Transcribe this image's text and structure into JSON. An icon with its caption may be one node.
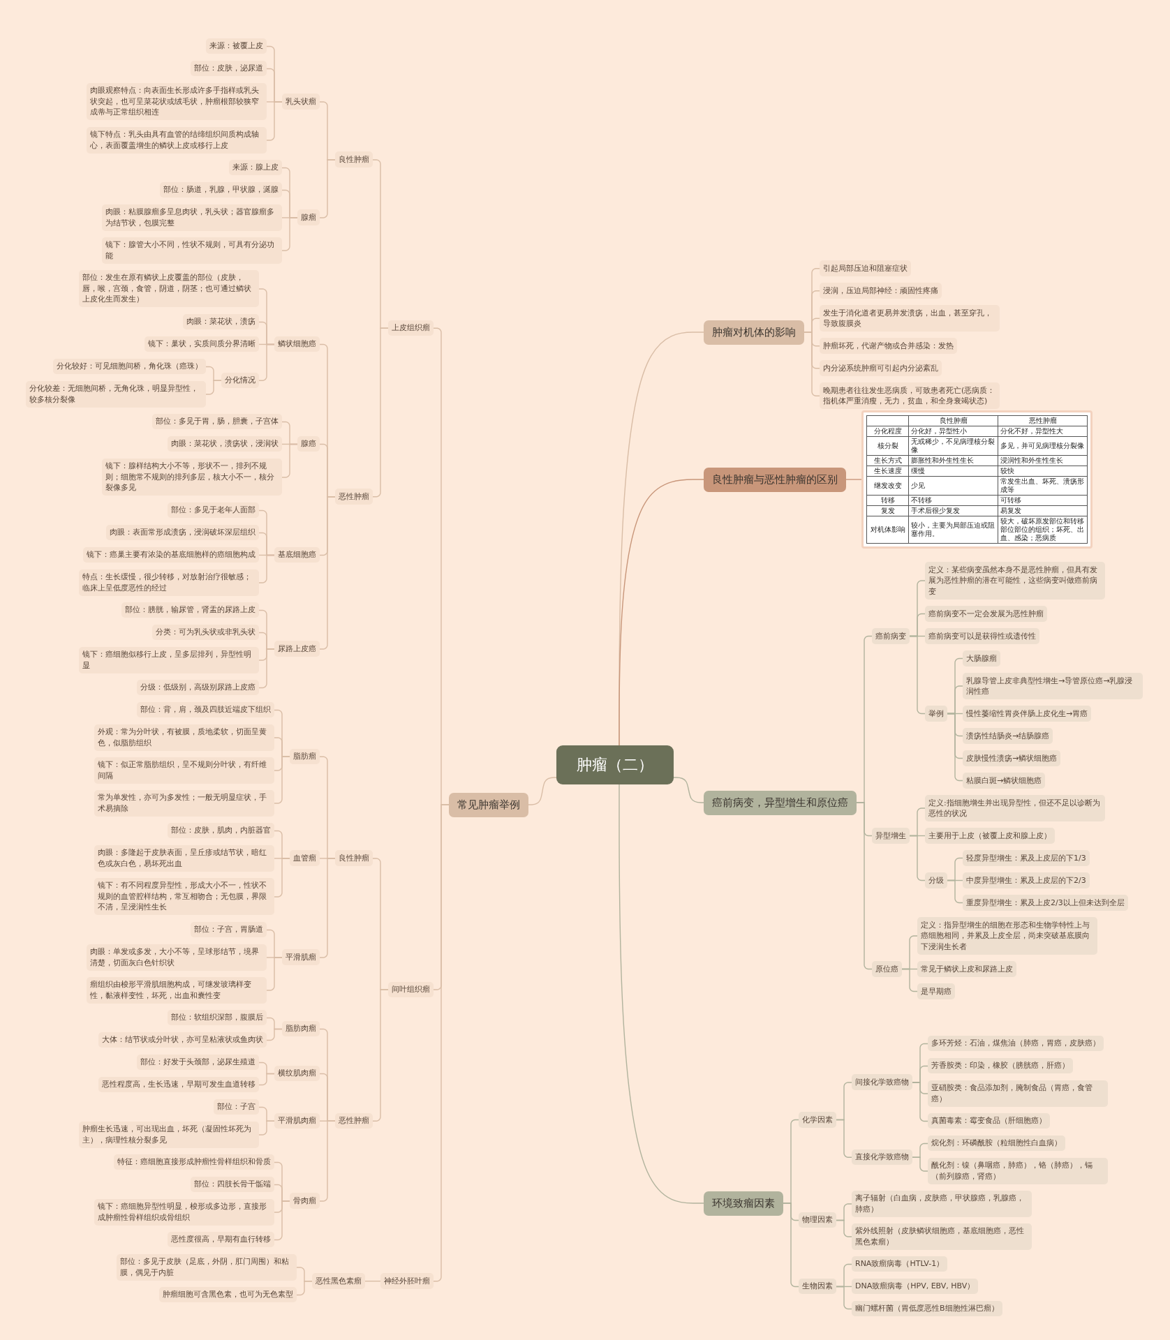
{
  "diagram": {
    "nodes": [
      {
        "text": [
          "肿瘤（二）"
        ]
      },
      {
        "text": [
          "肿瘤对机体的影响"
        ]
      },
      {
        "text": [
          "引起局部压迫和阻塞症状"
        ]
      },
      {
        "text": [
          "浸润，压迫局部神经：顽固性疼痛"
        ]
      },
      {
        "text": [
          "发生于消化道者更易并发溃疡，出血，甚至穿孔，导致腹膜炎"
        ]
      },
      {
        "text": [
          "肿瘤坏死，代谢产物或合并感染：发热"
        ]
      },
      {
        "text": [
          "内分泌系统肿瘤可引起内分泌紊乱"
        ]
      },
      {
        "text": [
          "晚期患者往往发生恶病质，可致患者死亡(恶病质：指机体严重消瘦，无力，贫血，和全身衰竭状态)"
        ]
      },
      {
        "text": [
          "良性肿瘤与恶性肿瘤的区别"
        ]
      },
      {
        "text": [],
        "shape": "picture"
      },
      {
        "text": [
          "癌前病变，异型增生和原位癌"
        ]
      },
      {
        "text": [
          "癌前病变"
        ]
      },
      {
        "text": [
          "定义：某些病变虽然本身不是恶性肿瘤，但具有发展为恶性肿瘤的潜在可能性，这些病变叫做癌前病变"
        ]
      },
      {
        "text": [
          "癌前病变不一定会发展为恶性肿瘤"
        ]
      },
      {
        "text": [
          "癌前病变可以是获得性或遗传性"
        ]
      },
      {
        "text": [
          "举例"
        ]
      },
      {
        "text": [
          "大肠腺瘤"
        ]
      },
      {
        "text": [
          "乳腺导管上皮非典型性增生→导管原位癌→乳腺浸润性癌"
        ]
      },
      {
        "text": [
          "慢性萎缩性胃炎伴肠上皮化生→胃癌"
        ]
      },
      {
        "text": [
          "溃疡性结肠炎→结肠腺癌"
        ]
      },
      {
        "text": [
          "皮肤慢性溃疡→鳞状细胞癌"
        ]
      },
      {
        "text": [
          "粘膜白斑→鳞状细胞癌"
        ]
      },
      {
        "text": [
          "异型增生"
        ]
      },
      {
        "text": [
          "定义:指细胞增生并出现异型性，但还不足以诊断为恶性的状况"
        ]
      },
      {
        "text": [
          "主要用于上皮（被覆上皮和腺上皮）"
        ]
      },
      {
        "text": [
          "分级"
        ]
      },
      {
        "text": [
          "轻度异型增生：累及上皮层的下1/3"
        ]
      },
      {
        "text": [
          "中度异型增生：累及上皮层的下2/3"
        ]
      },
      {
        "text": [
          "重度异型增生：累及上皮2/3以上但未达到全层"
        ]
      },
      {
        "text": [
          "原位癌"
        ]
      },
      {
        "text": [
          "定义：指异型增生的细胞在形态和生物学特性上与癌细胞相同，并累及上皮全层，尚未突破基底膜向下浸润生长者"
        ]
      },
      {
        "text": [
          "常见于鳞状上皮和尿路上皮"
        ]
      },
      {
        "text": [
          "是早期癌"
        ]
      },
      {
        "text": [
          "环境致瘤因素"
        ]
      },
      {
        "text": [
          "化学因素"
        ]
      },
      {
        "text": [
          "间接化学致癌物"
        ]
      },
      {
        "text": [
          "多环芳烃：石油，煤焦油（肺癌，胃癌，皮肤癌）"
        ]
      },
      {
        "text": [
          "芳香胺类：印染，橡胶（膀胱癌，肝癌）"
        ]
      },
      {
        "text": [
          "亚硝胺类：食品添加剂，腌制食品（胃癌，食管癌）"
        ]
      },
      {
        "text": [
          "真菌毒素：霉变食品（肝细胞癌）"
        ]
      },
      {
        "text": [
          "直接化学致癌物"
        ]
      },
      {
        "text": [
          "烷化剂：环磷酰胺（粒细胞性白血病）"
        ]
      },
      {
        "text": [
          "酰化剂：镍（鼻咽癌，肺癌），铬（肺癌），镉（前列腺癌，肾癌）"
        ]
      },
      {
        "text": [
          "物理因素"
        ]
      },
      {
        "text": [
          "离子辐射（白血病，皮肤癌，甲状腺癌，乳腺癌，肺癌）"
        ]
      },
      {
        "text": [
          "紫外线照射（皮肤鳞状细胞癌，基底细胞癌，恶性黑色素瘤）"
        ]
      },
      {
        "text": [
          "生物因素"
        ]
      },
      {
        "text": [
          "RNA致瘤病毒（HTLV-1）"
        ]
      },
      {
        "text": [
          "DNA致瘤病毒（HPV, EBV, HBV）"
        ]
      },
      {
        "text": [
          "幽门螺杆菌（胃低度恶性B细胞性淋巴瘤）"
        ]
      },
      {
        "text": [
          "常见肿瘤举例"
        ]
      },
      {
        "text": [
          "上皮组织瘤"
        ]
      },
      {
        "text": [
          "良性肿瘤"
        ]
      },
      {
        "text": [
          "乳头状瘤"
        ]
      },
      {
        "text": [
          "来源：被覆上皮"
        ]
      },
      {
        "text": [
          "部位：皮肤，泌尿道"
        ]
      },
      {
        "text": [
          "肉眼观察特点：向表面生长形成许多手指样或乳头状突起，也可呈菜花状或绒毛状，肿瘤根部较狭窄成蒂与正常组织相连"
        ]
      },
      {
        "text": [
          "镜下特点：乳头由具有血管的结缔组织间质构成轴心，表面覆盖增生的鳞状上皮或移行上皮"
        ]
      },
      {
        "text": [
          "腺瘤"
        ]
      },
      {
        "text": [
          "来源：腺上皮"
        ]
      },
      {
        "text": [
          "部位：肠道，乳腺，甲状腺，涎腺"
        ]
      },
      {
        "text": [
          "肉眼：粘膜腺瘤多呈息肉状，乳头状；器官腺瘤多为结节状，包膜完整"
        ]
      },
      {
        "text": [
          "镜下：腺管大小不同，性状不规则，可具有分泌功能"
        ]
      },
      {
        "text": [
          "恶性肿瘤"
        ]
      },
      {
        "text": [
          "鳞状细胞癌"
        ]
      },
      {
        "text": [
          "部位：发生在原有鳞状上皮覆盖的部位（皮肤，唇，喉，宫颈，食管，阴道，阴茎；也可通过鳞状上皮化生而发生）"
        ]
      },
      {
        "text": [
          "肉眼：菜花状，溃疡"
        ]
      },
      {
        "text": [
          "镜下：巢状，实质间质分界清晰"
        ]
      },
      {
        "text": [
          "分化情况"
        ]
      },
      {
        "text": [
          "分化较好：可见细胞间桥，角化珠（癌珠）"
        ]
      },
      {
        "text": [
          "分化较差：无细胞间桥，无角化珠，明显异型性，较多核分裂像"
        ]
      },
      {
        "text": [
          "腺癌"
        ]
      },
      {
        "text": [
          "部位：多见于胃，肠，胆囊，子宫体"
        ]
      },
      {
        "text": [
          "肉眼：菜花状，溃疡状，浸润状"
        ]
      },
      {
        "text": [
          "镜下：腺样结构大小不等，形状不一，排列不规则；细胞常不规则的排列多层，核大小不一，核分裂像多见"
        ]
      },
      {
        "text": [
          "基底细胞癌"
        ]
      },
      {
        "text": [
          "部位：多见于老年人面部"
        ]
      },
      {
        "text": [
          "肉眼：表面常形成溃疡，浸润破坏深层组织"
        ]
      },
      {
        "text": [
          "镜下：癌巢主要有浓染的基底细胞样的癌细胞构成"
        ]
      },
      {
        "text": [
          "特点：生长缓慢，很少转移，对放射治疗很敏感；临床上呈低度恶性的经过"
        ]
      },
      {
        "text": [
          "尿路上皮癌"
        ]
      },
      {
        "text": [
          "部位：膀胱，输尿管，肾盂的尿路上皮"
        ]
      },
      {
        "text": [
          "分类：可为乳头状或非乳头状"
        ]
      },
      {
        "text": [
          "镜下：癌细胞似移行上皮，呈多层排列，异型性明显"
        ]
      },
      {
        "text": [
          "分级：低级别，高级别尿路上皮癌"
        ]
      },
      {
        "text": [
          "间叶组织瘤"
        ]
      },
      {
        "text": [
          "良性肿瘤"
        ]
      },
      {
        "text": [
          "脂肪瘤"
        ]
      },
      {
        "text": [
          "部位：背，肩，颈及四肢近端皮下组织"
        ]
      },
      {
        "text": [
          "外观：常为分叶状，有被膜，质地柔软，切面呈黄色，似脂肪组织"
        ]
      },
      {
        "text": [
          "镜下：似正常脂肪组织，呈不规则分叶状，有纤维间隔"
        ]
      },
      {
        "text": [
          "常为单发性，亦可为多发性；一般无明显症状，手术易摘除"
        ]
      },
      {
        "text": [
          "血管瘤"
        ]
      },
      {
        "text": [
          "部位：皮肤，肌肉，内脏器官"
        ]
      },
      {
        "text": [
          "肉眼：多隆起于皮肤表面，呈丘疹或结节状，暗红色或灰白色，易坏死出血"
        ]
      },
      {
        "text": [
          "镜下：有不同程度异型性，形成大小不一，性状不规则的血管腔样结构，常互相吻合；无包膜，界限不清，呈浸润性生长"
        ]
      },
      {
        "text": [
          "平滑肌瘤"
        ]
      },
      {
        "text": [
          "部位：子宫，胃肠道"
        ]
      },
      {
        "text": [
          "肉眼：单发或多发，大小不等，呈球形结节，境界清楚，切面灰白色针织状"
        ]
      },
      {
        "text": [
          "瘤组织由梭形平滑肌细胞构成，可继发玻璃样变性，黏液样变性，坏死，出血和囊性变"
        ]
      },
      {
        "text": [
          "恶性肿瘤"
        ]
      },
      {
        "text": [
          "脂肪肉瘤"
        ]
      },
      {
        "text": [
          "部位：软组织深部，腹膜后"
        ]
      },
      {
        "text": [
          "大体：结节状或分叶状，亦可呈粘液状或鱼肉状"
        ]
      },
      {
        "text": [
          "横纹肌肉瘤"
        ]
      },
      {
        "text": [
          "部位：好发于头颈部，泌尿生殖道"
        ]
      },
      {
        "text": [
          "恶性程度高，生长迅速，早期可发生血道转移"
        ]
      },
      {
        "text": [
          "平滑肌肉瘤"
        ]
      },
      {
        "text": [
          "部位：子宫"
        ]
      },
      {
        "text": [
          "肿瘤生长迅速，可出现出血，坏死（凝固性坏死为主），病理性核分裂多见"
        ]
      },
      {
        "text": [
          "骨肉瘤"
        ]
      },
      {
        "text": [
          "特征：癌细胞直接形成肿瘤性骨样组织和骨质"
        ]
      },
      {
        "text": [
          "部位：四肢长骨干骺端"
        ]
      },
      {
        "text": [
          "镜下：癌细胞异型性明显，梭形或多边形，直接形成肿瘤性骨样组织或骨组织"
        ]
      },
      {
        "text": [
          "恶性度很高，早期有血行转移"
        ]
      },
      {
        "text": [
          "神经外胚叶瘤"
        ]
      },
      {
        "text": [
          "恶性黑色素瘤"
        ]
      },
      {
        "text": [
          "部位：多见于皮肤（足底，外阴，肛门周围）和粘膜，偶见于内脏"
        ]
      },
      {
        "text": [
          "肿瘤细胞可含黑色素，也可为无色素型"
        ]
      }
    ],
    "edges": [
      {
        "from": 0,
        "to": 1,
        "arrow": "none"
      },
      {
        "from": 1,
        "to": 2,
        "arrow": "none"
      },
      {
        "from": 1,
        "to": 3,
        "arrow": "none"
      },
      {
        "from": 1,
        "to": 4,
        "arrow": "none"
      },
      {
        "from": 1,
        "to": 5,
        "arrow": "none"
      },
      {
        "from": 1,
        "to": 6,
        "arrow": "none"
      },
      {
        "from": 1,
        "to": 7,
        "arrow": "none"
      },
      {
        "from": 0,
        "to": 8,
        "arrow": "none",
        "color": "#c8967a"
      },
      {
        "from": 8,
        "to": 9,
        "arrow": "none",
        "color": "#c8967a"
      },
      {
        "from": 0,
        "to": 10,
        "arrow": "none",
        "color": "#b1b39d"
      },
      {
        "from": 10,
        "to": 11,
        "arrow": "none",
        "color": "#b1b39d"
      },
      {
        "from": 11,
        "to": 12,
        "arrow": "none",
        "color": "#b1b39d"
      },
      {
        "from": 11,
        "to": 13,
        "arrow": "none",
        "color": "#b1b39d"
      },
      {
        "from": 11,
        "to": 14,
        "arrow": "none",
        "color": "#b1b39d"
      },
      {
        "from": 11,
        "to": 15,
        "arrow": "none",
        "color": "#b1b39d"
      },
      {
        "from": 15,
        "to": 16,
        "arrow": "none",
        "color": "#b1b39d"
      },
      {
        "from": 15,
        "to": 17,
        "arrow": "none",
        "color": "#b1b39d"
      },
      {
        "from": 15,
        "to": 18,
        "arrow": "none",
        "color": "#b1b39d"
      },
      {
        "from": 15,
        "to": 19,
        "arrow": "none",
        "color": "#b1b39d"
      },
      {
        "from": 15,
        "to": 20,
        "arrow": "none",
        "color": "#b1b39d"
      },
      {
        "from": 15,
        "to": 21,
        "arrow": "none",
        "color": "#b1b39d"
      },
      {
        "from": 10,
        "to": 22,
        "arrow": "none",
        "color": "#b1b39d"
      },
      {
        "from": 22,
        "to": 23,
        "arrow": "none",
        "color": "#b1b39d"
      },
      {
        "from": 22,
        "to": 24,
        "arrow": "none",
        "color": "#b1b39d"
      },
      {
        "from": 22,
        "to": 25,
        "arrow": "none",
        "color": "#b1b39d"
      },
      {
        "from": 25,
        "to": 26,
        "arrow": "none",
        "color": "#b1b39d"
      },
      {
        "from": 25,
        "to": 27,
        "arrow": "none",
        "color": "#b1b39d"
      },
      {
        "from": 25,
        "to": 28,
        "arrow": "none",
        "color": "#b1b39d"
      },
      {
        "from": 10,
        "to": 29,
        "arrow": "none",
        "color": "#b1b39d"
      },
      {
        "from": 29,
        "to": 30,
        "arrow": "none",
        "color": "#b1b39d"
      },
      {
        "from": 29,
        "to": 31,
        "arrow": "none",
        "color": "#b1b39d"
      },
      {
        "from": 29,
        "to": 32,
        "arrow": "none",
        "color": "#b1b39d"
      },
      {
        "from": 0,
        "to": 33,
        "arrow": "none",
        "color": "#b1b39d"
      },
      {
        "from": 33,
        "to": 34,
        "arrow": "none",
        "color": "#b1b39d"
      },
      {
        "from": 34,
        "to": 35,
        "arrow": "none",
        "color": "#b1b39d"
      },
      {
        "from": 35,
        "to": 36,
        "arrow": "none",
        "color": "#b1b39d"
      },
      {
        "from": 35,
        "to": 37,
        "arrow": "none",
        "color": "#b1b39d"
      },
      {
        "from": 35,
        "to": 38,
        "arrow": "none",
        "color": "#b1b39d"
      },
      {
        "from": 35,
        "to": 39,
        "arrow": "none",
        "color": "#b1b39d"
      },
      {
        "from": 34,
        "to": 40,
        "arrow": "none",
        "color": "#b1b39d"
      },
      {
        "from": 40,
        "to": 41,
        "arrow": "none",
        "color": "#b1b39d"
      },
      {
        "from": 40,
        "to": 42,
        "arrow": "none",
        "color": "#b1b39d"
      },
      {
        "from": 33,
        "to": 43,
        "arrow": "none",
        "color": "#b1b39d"
      },
      {
        "from": 43,
        "to": 44,
        "arrow": "none",
        "color": "#b1b39d"
      },
      {
        "from": 43,
        "to": 45,
        "arrow": "none",
        "color": "#b1b39d"
      },
      {
        "from": 33,
        "to": 46,
        "arrow": "none",
        "color": "#b1b39d"
      },
      {
        "from": 46,
        "to": 47,
        "arrow": "none",
        "color": "#b1b39d"
      },
      {
        "from": 46,
        "to": 48,
        "arrow": "none",
        "color": "#b1b39d"
      },
      {
        "from": 46,
        "to": 49,
        "arrow": "none",
        "color": "#b1b39d"
      },
      {
        "from": 0,
        "to": 50,
        "arrow": "none"
      },
      {
        "from": 50,
        "to": 51,
        "arrow": "none"
      },
      {
        "from": 51,
        "to": 52,
        "arrow": "none"
      },
      {
        "from": 52,
        "to": 53,
        "arrow": "none"
      },
      {
        "from": 53,
        "to": 54,
        "arrow": "none"
      },
      {
        "from": 53,
        "to": 55,
        "arrow": "none"
      },
      {
        "from": 53,
        "to": 56,
        "arrow": "none"
      },
      {
        "from": 53,
        "to": 57,
        "arrow": "none"
      },
      {
        "from": 52,
        "to": 58,
        "arrow": "none"
      },
      {
        "from": 58,
        "to": 59,
        "arrow": "none"
      },
      {
        "from": 58,
        "to": 60,
        "arrow": "none"
      },
      {
        "from": 58,
        "to": 61,
        "arrow": "none"
      },
      {
        "from": 58,
        "to": 62,
        "arrow": "none"
      },
      {
        "from": 51,
        "to": 63,
        "arrow": "none"
      },
      {
        "from": 63,
        "to": 64,
        "arrow": "none"
      },
      {
        "from": 64,
        "to": 65,
        "arrow": "none"
      },
      {
        "from": 64,
        "to": 66,
        "arrow": "none"
      },
      {
        "from": 64,
        "to": 67,
        "arrow": "none"
      },
      {
        "from": 64,
        "to": 68,
        "arrow": "none"
      },
      {
        "from": 68,
        "to": 69,
        "arrow": "none"
      },
      {
        "from": 68,
        "to": 70,
        "arrow": "none"
      },
      {
        "from": 63,
        "to": 71,
        "arrow": "none"
      },
      {
        "from": 71,
        "to": 72,
        "arrow": "none"
      },
      {
        "from": 71,
        "to": 73,
        "arrow": "none"
      },
      {
        "from": 71,
        "to": 74,
        "arrow": "none"
      },
      {
        "from": 63,
        "to": 75,
        "arrow": "none"
      },
      {
        "from": 75,
        "to": 76,
        "arrow": "none"
      },
      {
        "from": 75,
        "to": 77,
        "arrow": "none"
      },
      {
        "from": 75,
        "to": 78,
        "arrow": "none"
      },
      {
        "from": 75,
        "to": 79,
        "arrow": "none"
      },
      {
        "from": 63,
        "to": 80,
        "arrow": "none"
      },
      {
        "from": 80,
        "to": 81,
        "arrow": "none"
      },
      {
        "from": 80,
        "to": 82,
        "arrow": "none"
      },
      {
        "from": 80,
        "to": 83,
        "arrow": "none"
      },
      {
        "from": 80,
        "to": 84,
        "arrow": "none"
      },
      {
        "from": 50,
        "to": 85,
        "arrow": "none"
      },
      {
        "from": 85,
        "to": 86,
        "arrow": "none"
      },
      {
        "from": 86,
        "to": 87,
        "arrow": "none"
      },
      {
        "from": 87,
        "to": 88,
        "arrow": "none"
      },
      {
        "from": 87,
        "to": 89,
        "arrow": "none"
      },
      {
        "from": 87,
        "to": 90,
        "arrow": "none"
      },
      {
        "from": 87,
        "to": 91,
        "arrow": "none"
      },
      {
        "from": 86,
        "to": 92,
        "arrow": "none"
      },
      {
        "from": 92,
        "to": 93,
        "arrow": "none"
      },
      {
        "from": 92,
        "to": 94,
        "arrow": "none"
      },
      {
        "from": 92,
        "to": 95,
        "arrow": "none"
      },
      {
        "from": 86,
        "to": 96,
        "arrow": "none"
      },
      {
        "from": 96,
        "to": 97,
        "arrow": "none"
      },
      {
        "from": 96,
        "to": 98,
        "arrow": "none"
      },
      {
        "from": 96,
        "to": 99,
        "arrow": "none"
      },
      {
        "from": 85,
        "to": 100,
        "arrow": "none"
      },
      {
        "from": 100,
        "to": 101,
        "arrow": "none"
      },
      {
        "from": 101,
        "to": 102,
        "arrow": "none"
      },
      {
        "from": 101,
        "to": 103,
        "arrow": "none"
      },
      {
        "from": 100,
        "to": 104,
        "arrow": "none"
      },
      {
        "from": 104,
        "to": 105,
        "arrow": "none"
      },
      {
        "from": 104,
        "to": 106,
        "arrow": "none"
      },
      {
        "from": 100,
        "to": 107,
        "arrow": "none"
      },
      {
        "from": 107,
        "to": 108,
        "arrow": "none"
      },
      {
        "from": 107,
        "to": 109,
        "arrow": "none"
      },
      {
        "from": 100,
        "to": 110,
        "arrow": "none"
      },
      {
        "from": 110,
        "to": 111,
        "arrow": "none"
      },
      {
        "from": 110,
        "to": 112,
        "arrow": "none"
      },
      {
        "from": 110,
        "to": 113,
        "arrow": "none"
      },
      {
        "from": 110,
        "to": 114,
        "arrow": "none"
      },
      {
        "from": 50,
        "to": 115,
        "arrow": "none"
      },
      {
        "from": 115,
        "to": 116,
        "arrow": "none"
      },
      {
        "from": 116,
        "to": 117,
        "arrow": "none"
      },
      {
        "from": 116,
        "to": 118,
        "arrow": "none"
      }
    ],
    "labels": [
      "良性肿瘤",
      "恶性肿瘤",
      "分化程度",
      "分化好，异型性小",
      "分化不好，异型性大",
      "核分裂",
      "无或稀少，不见病理核分裂像",
      "多见，并可见病理核分裂像",
      "生长方式",
      "膨胀性和外生性生长",
      "浸润性和外生性生长",
      "生长速度",
      "缓慢",
      "较快",
      "继发改变",
      "少见",
      "常发生出血、坏死、溃疡形成等",
      "转移",
      "不转移",
      "可转移",
      "复发",
      "手术后很少复发",
      "易复发",
      "对机体影响",
      "较小，主要为局部压迫或阻塞作用。",
      "较大，破坏原发部位和转移部位部位的组织；坏死、出血、感染；恶病质"
    ]
  }
}
